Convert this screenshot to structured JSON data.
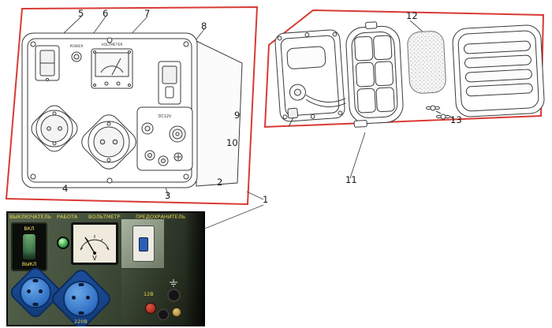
{
  "callouts": [
    {
      "label": "1"
    },
    {
      "label": "2"
    },
    {
      "label": "3"
    },
    {
      "label": "4"
    },
    {
      "label": "5"
    },
    {
      "label": "6"
    },
    {
      "label": "7"
    },
    {
      "label": "8"
    },
    {
      "label": "9"
    },
    {
      "label": "10"
    },
    {
      "label": "11"
    },
    {
      "label": "12"
    },
    {
      "label": "13"
    }
  ],
  "drawing": {
    "power_label": "POWER",
    "voltmeter_label": "VOLTMETER",
    "dc_label": "DC12V"
  },
  "photo": {
    "labels": {
      "switch": "ВЫКЛЮЧАТЕЛЬ",
      "run": "РАБОТА",
      "voltmeter": "ВОЛЬТМЕТР",
      "fuse": "ПРЕДОХРАНИТЕЛЬ",
      "switch_on": "ВКЛ",
      "switch_off": "ВЫКЛ",
      "meter_unit": "V",
      "ac_voltage": "220В",
      "dc_voltage": "12В"
    },
    "icons": {
      "ground": "ground-symbol"
    },
    "colors": {
      "panel_green": "#3f4b39",
      "socket_blue": "#2f6fc4",
      "label_yellow": "#e6d44e",
      "callout_red": "#d93a35"
    }
  }
}
